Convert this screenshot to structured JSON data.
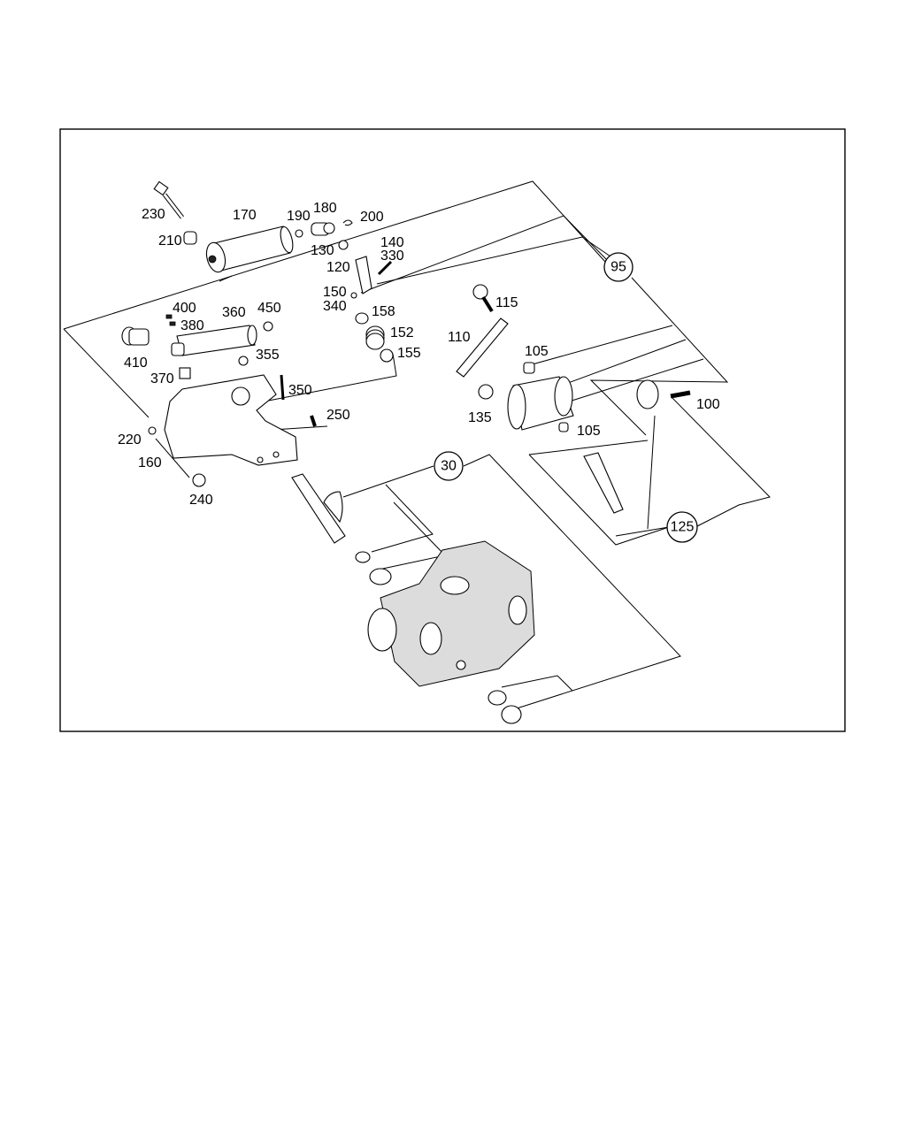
{
  "callouts": [
    {
      "id": "c95",
      "text": "95"
    },
    {
      "id": "c30",
      "text": "30"
    },
    {
      "id": "c125",
      "text": "125"
    }
  ],
  "labels": [
    {
      "id": "l230",
      "text": "230"
    },
    {
      "id": "l210",
      "text": "210"
    },
    {
      "id": "l170",
      "text": "170"
    },
    {
      "id": "l190",
      "text": "190"
    },
    {
      "id": "l180",
      "text": "180"
    },
    {
      "id": "l200",
      "text": "200"
    },
    {
      "id": "l130",
      "text": "130"
    },
    {
      "id": "l140",
      "text": "140"
    },
    {
      "id": "l330",
      "text": "330"
    },
    {
      "id": "l120",
      "text": "120"
    },
    {
      "id": "l150",
      "text": "150"
    },
    {
      "id": "l340",
      "text": "340"
    },
    {
      "id": "l158",
      "text": "158"
    },
    {
      "id": "l152",
      "text": "152"
    },
    {
      "id": "l155",
      "text": "155"
    },
    {
      "id": "l400",
      "text": "400"
    },
    {
      "id": "l380",
      "text": "380"
    },
    {
      "id": "l360",
      "text": "360"
    },
    {
      "id": "l450",
      "text": "450"
    },
    {
      "id": "l410",
      "text": "410"
    },
    {
      "id": "l355",
      "text": "355"
    },
    {
      "id": "l370",
      "text": "370"
    },
    {
      "id": "l350",
      "text": "350"
    },
    {
      "id": "l250",
      "text": "250"
    },
    {
      "id": "l220",
      "text": "220"
    },
    {
      "id": "l160",
      "text": "160"
    },
    {
      "id": "l240",
      "text": "240"
    },
    {
      "id": "l115",
      "text": "115"
    },
    {
      "id": "l110",
      "text": "110"
    },
    {
      "id": "l105a",
      "text": "105"
    },
    {
      "id": "l135",
      "text": "135"
    },
    {
      "id": "l105b",
      "text": "105"
    },
    {
      "id": "l100",
      "text": "100"
    }
  ]
}
